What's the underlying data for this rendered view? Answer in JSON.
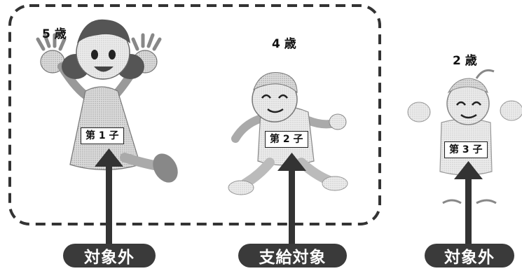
{
  "children": [
    {
      "age": "5 歳",
      "tag": "第 1 子",
      "status": "対象外"
    },
    {
      "age": "4 歳",
      "tag": "第 2 子",
      "status": "支給対象"
    },
    {
      "age": "2 歳",
      "tag": "第 3 子",
      "status": "対象外"
    }
  ],
  "colors": {
    "figure_fill": "#d9d9d9",
    "figure_stroke": "#666666",
    "arrow": "#333333",
    "pill_bg": "#3a3a3a",
    "pill_text": "#ffffff",
    "dashed_border": "#333333"
  }
}
